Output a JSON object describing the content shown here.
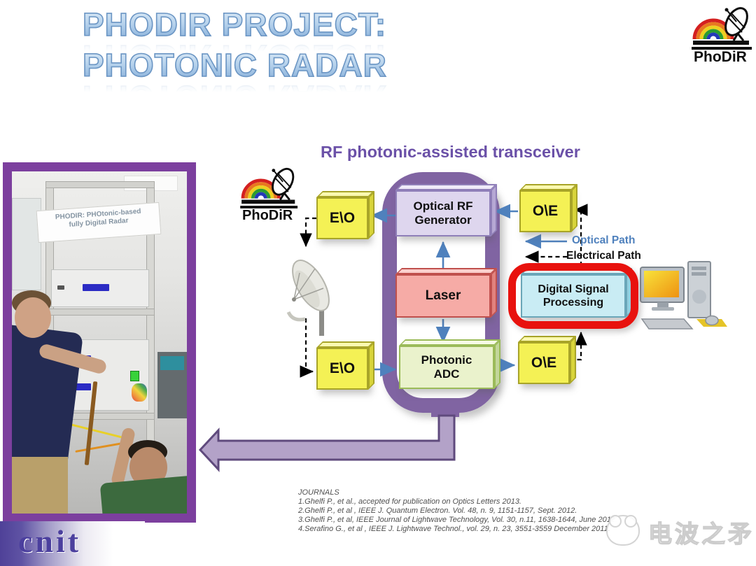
{
  "slide": {
    "title_line1": "PHODIR PROJECT:",
    "title_line2": "PHOTONIC RADAR",
    "diagram_title": "RF photonic-assisted transceiver"
  },
  "logo": {
    "text": "PhoDiR"
  },
  "photo": {
    "banner_line1": "PHODIR: PHOtonic-based",
    "banner_line2": "fully Digital Radar"
  },
  "diagram": {
    "blocks": {
      "eo": "E\\O",
      "oe": "O\\E",
      "generator_line1": "Optical RF",
      "generator_line2": "Generator",
      "laser": "Laser",
      "adc_line1": "Photonic",
      "adc_line2": "ADC",
      "dsp_line1": "Digital Signal",
      "dsp_line2": "Processing"
    },
    "legend": {
      "optical": "Optical Path",
      "electrical": "Electrical Path"
    },
    "colors": {
      "optical_path_blue": "#4f81bd",
      "electrical_path_black": "#000000",
      "converter_yellow": "#f4f155",
      "generator_lavender": "#ded6ee",
      "laser_pink": "#f6aba6",
      "adc_green": "#eaf2cc",
      "dsp_cyan": "#c9ecf4",
      "dsp_ring_red": "#e8120e",
      "frame_purple": "#8064a2"
    }
  },
  "journals": {
    "heading": "JOURNALS",
    "items": [
      "1.Ghelfi P.,  et al., accepted for publication on Optics Letters 2013.",
      "2.Ghelfi P., et al , IEEE J. Quantum Electron. Vol. 48, n. 9, 1151-1157, Sept. 2012.",
      "3.Ghelfi P., et al, IEEE Journal of Lightwave Technology, Vol. 30, n.11, 1638-1644, June 2012.",
      "4.Serafino G., et al , IEEE J. Lightwave Technol., vol. 29, n. 23, 3551-3559 December 2011."
    ]
  },
  "footer": {
    "cnit": "cnit",
    "watermark": "电波之矛"
  }
}
